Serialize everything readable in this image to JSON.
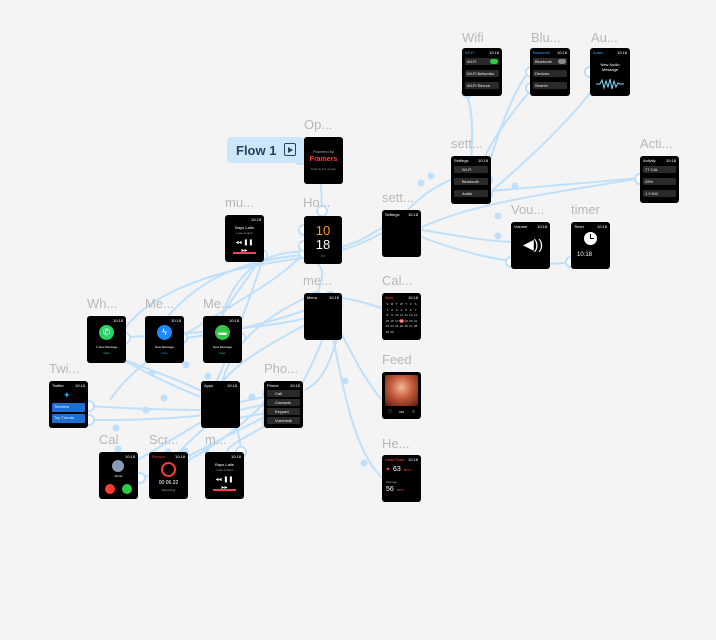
{
  "flow": {
    "label": "Flow 1",
    "icon": "play-icon"
  },
  "colors": {
    "connector": "#bfe0fb",
    "handle": "#ffffff",
    "label": "#b8b8b8",
    "canvas": "#f4f4f4"
  },
  "labels": {
    "wifi": "Wifi",
    "bluetooth": "Blu...",
    "audio": "Au...",
    "open": "Op...",
    "settings2": "sett...",
    "activity": "Acti...",
    "music1": "mu...",
    "home": "Ho...",
    "settings": "sett...",
    "volume": "Vou...",
    "timer": "timer",
    "menu": "me...",
    "calendar": "Cal...",
    "whatsapp": "Wh...",
    "messenger": "Me...",
    "messages": "Me...",
    "twitter": "Twi...",
    "phone": "Pho...",
    "feed": "Feed",
    "call": "Cal",
    "screen": "Scr...",
    "music2": "m...",
    "health": "He..."
  },
  "screens": {
    "open": {
      "top": "Powered by",
      "brand": "Framers",
      "sub": "Nothing like design"
    },
    "home": {
      "hour": "10",
      "minute": "18",
      "day": "Fri"
    },
    "wifi": {
      "title": "Wi-Fi",
      "time": "10:18",
      "rows": [
        "Wi-Fi",
        "Wi-Fi Networks",
        "Wi-Fi Secure"
      ]
    },
    "bluetooth": {
      "title": "Bluetooth",
      "time": "10:18",
      "rows": [
        "Bluetooth",
        "Devices",
        "Search"
      ]
    },
    "audio": {
      "title": "Audio",
      "time": "10:18",
      "message": "New Audio Message"
    },
    "settings2": {
      "title": "Settings",
      "time": "10:18",
      "rows": [
        "Wi-Fi",
        "Bluetooth",
        "Audio"
      ]
    },
    "activity": {
      "title": "Activity",
      "time": "10:18",
      "rows": [
        "77 CAL",
        "25%",
        "1.9 KM"
      ]
    },
    "music1": {
      "time": "10:18",
      "artist": "Bayo Latis",
      "song": "Lose control"
    },
    "settings": {
      "title": "Settings",
      "time": "10:18"
    },
    "volume": {
      "title": "Volume",
      "time": "10:18"
    },
    "timer": {
      "title": "Timer",
      "time": "10:18",
      "value": "10:18"
    },
    "menu": {
      "title": "Menu",
      "time": "10:18"
    },
    "calendar": {
      "month": "April",
      "time": "10:18",
      "days": [
        "S",
        "M",
        "T",
        "W",
        "T",
        "F",
        "S",
        "1",
        "2",
        "3",
        "4",
        "5",
        "6",
        "7",
        "8",
        "9",
        "10",
        "11",
        "12",
        "13",
        "14",
        "15",
        "16",
        "17",
        "18",
        "19",
        "20",
        "21",
        "22",
        "23",
        "24",
        "25",
        "26",
        "27",
        "28",
        "29",
        "30"
      ]
    },
    "whatsapp": {
      "time": "10:18",
      "message": "1 New Message",
      "action": "View"
    },
    "messenger": {
      "time": "10:18",
      "message": "New Message",
      "action": "View"
    },
    "messages": {
      "time": "10:18",
      "message": "New Message",
      "action": "View"
    },
    "twitter": {
      "title": "Twitter",
      "time": "10:18",
      "rows": [
        "Timeline",
        "Top Trends"
      ]
    },
    "apps": {
      "title": "Apps",
      "time": "10:18"
    },
    "phone": {
      "title": "Phone",
      "time": "10:18",
      "rows": [
        "Call",
        "Contacts",
        "Keypad",
        "Voicemail"
      ]
    },
    "feed": {
      "likes": "248"
    },
    "call": {
      "time": "10:18",
      "name": "Abner"
    },
    "screen": {
      "title": "Record",
      "time": "10:18",
      "value": "00:06.32",
      "status": "Recording"
    },
    "music2": {
      "time": "10:18",
      "artist": "Bayo Latis",
      "song": "Lose control"
    },
    "health": {
      "title": "Heart Rate",
      "time": "10:18",
      "bpm": "63",
      "unit": "BPM",
      "avg_label": "Average",
      "avg": "56"
    }
  }
}
